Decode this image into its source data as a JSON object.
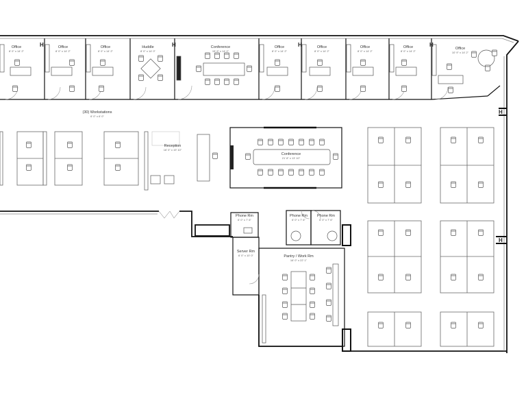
{
  "rooms": {
    "office_1": {
      "name": "Office",
      "dim": "8' 0\" x 14' 2\""
    },
    "office_2": {
      "name": "Office",
      "dim": "8' 0\" x 14' 2\""
    },
    "office_3": {
      "name": "Office",
      "dim": "8' 0\" x 14' 2\""
    },
    "huddle": {
      "name": "Huddle",
      "dim": "8' 0\" x 14' 0\""
    },
    "conference_top": {
      "name": "Conference",
      "dim": "15' 9\" x 14' 2\""
    },
    "office_4": {
      "name": "Office",
      "dim": "8' 0\" x 14' 2\""
    },
    "office_5": {
      "name": "Office",
      "dim": "8' 0\" x 14' 2\""
    },
    "office_6": {
      "name": "Office",
      "dim": "8' 0\" x 14' 2\""
    },
    "office_7": {
      "name": "Office",
      "dim": "8' 0\" x 14' 2\""
    },
    "office_8": {
      "name": "Office",
      "dim": "10' 9\" x 14' 2\""
    },
    "workstations": {
      "name": "(30) Workstations",
      "dim": "6' 0\" x 6' 0\""
    },
    "reception": {
      "name": "Reception",
      "dim": "16' 0\" x 19' 10\""
    },
    "conference_main": {
      "name": "Conference",
      "dim": "21' 8\" x 13' 10\""
    },
    "phone_1": {
      "name": "Phone Rm",
      "dim": "6' 0\" x 7' 6\""
    },
    "phone_2": {
      "name": "Phone Rm",
      "dim": "6' 0\" x 7' 6\""
    },
    "phone_3": {
      "name": "Phone Rm",
      "dim": "6' 0\" x 7' 6\""
    },
    "server": {
      "name": "Server Rm",
      "dim": "6' 0\" x 10' 0\""
    },
    "pantry": {
      "name": "Pantry / Work Rm",
      "dim": "16' 0\" x 22' 1\""
    }
  },
  "colors": {
    "wall": "#111111",
    "furniture": "#555555",
    "glass": "#888888"
  }
}
